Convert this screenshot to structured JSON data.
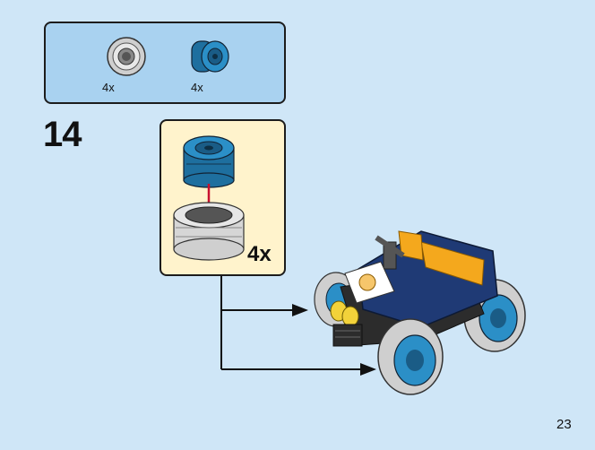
{
  "parts_list": {
    "items": [
      {
        "name": "tire-icon",
        "qty": "4x"
      },
      {
        "name": "rim-icon",
        "qty": "4x"
      }
    ]
  },
  "step": {
    "number": "14",
    "subassembly_qty": "4x"
  },
  "page": {
    "number": "23"
  },
  "colors": {
    "background": "#cfe6f7",
    "parts_box": "#a9d2f0",
    "subassembly_box": "#fff3cc",
    "rim": "#2b8fc7",
    "tire": "#d9d9d9",
    "vehicle_body": "#1f3a75",
    "vehicle_accent": "#f4a81d",
    "arrow_line": "#111111",
    "insert_arrow": "#c8102e"
  }
}
